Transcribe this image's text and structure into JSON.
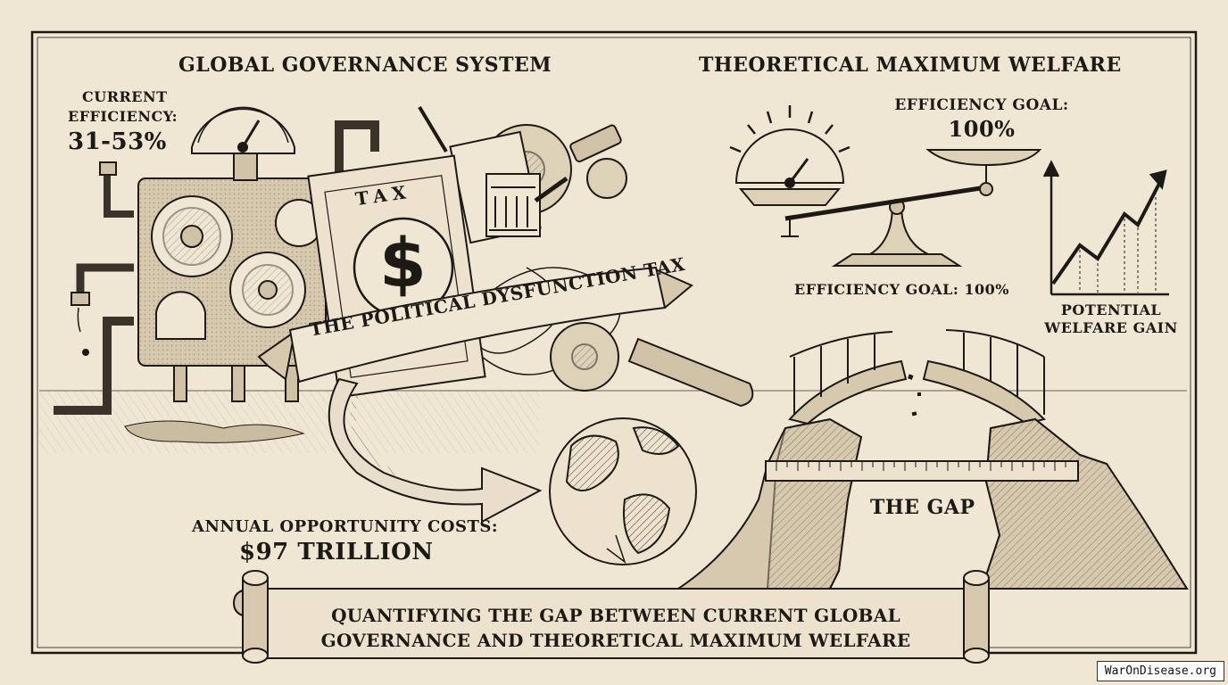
{
  "left_panel": {
    "title": "GLOBAL GOVERNANCE SYSTEM",
    "efficiency_label_line1": "CURRENT",
    "efficiency_label_line2": "EFFICIENCY:",
    "efficiency_value": "31-53%",
    "banner": "THE POLITICAL DYSFUNCTION TAX",
    "stamp_label": "TAX",
    "stamp_symbol": "$",
    "cost_label": "ANNUAL OPPORTUNITY COSTS:",
    "cost_value": "$97 TRILLION"
  },
  "right_panel": {
    "title": "THEORETICAL MAXIMUM WELFARE",
    "goal_label": "EFFICIENCY GOAL:",
    "goal_value": "100%",
    "scale_caption": "EFFICIENCY GOAL: 100%",
    "chart_caption_line1": "POTENTIAL",
    "chart_caption_line2": "WELFARE GAIN",
    "gap_label": "THE GAP"
  },
  "footer": {
    "line1": "QUANTIFYING THE GAP BETWEEN CURRENT GLOBAL",
    "line2": "GOVERNANCE AND THEORETICAL MAXIMUM WELFARE"
  },
  "watermark": "WarOnDisease.org",
  "colors": {
    "paper": "#efe6d4",
    "ink": "#1d1a16",
    "sepia": "#d9ccb0"
  }
}
